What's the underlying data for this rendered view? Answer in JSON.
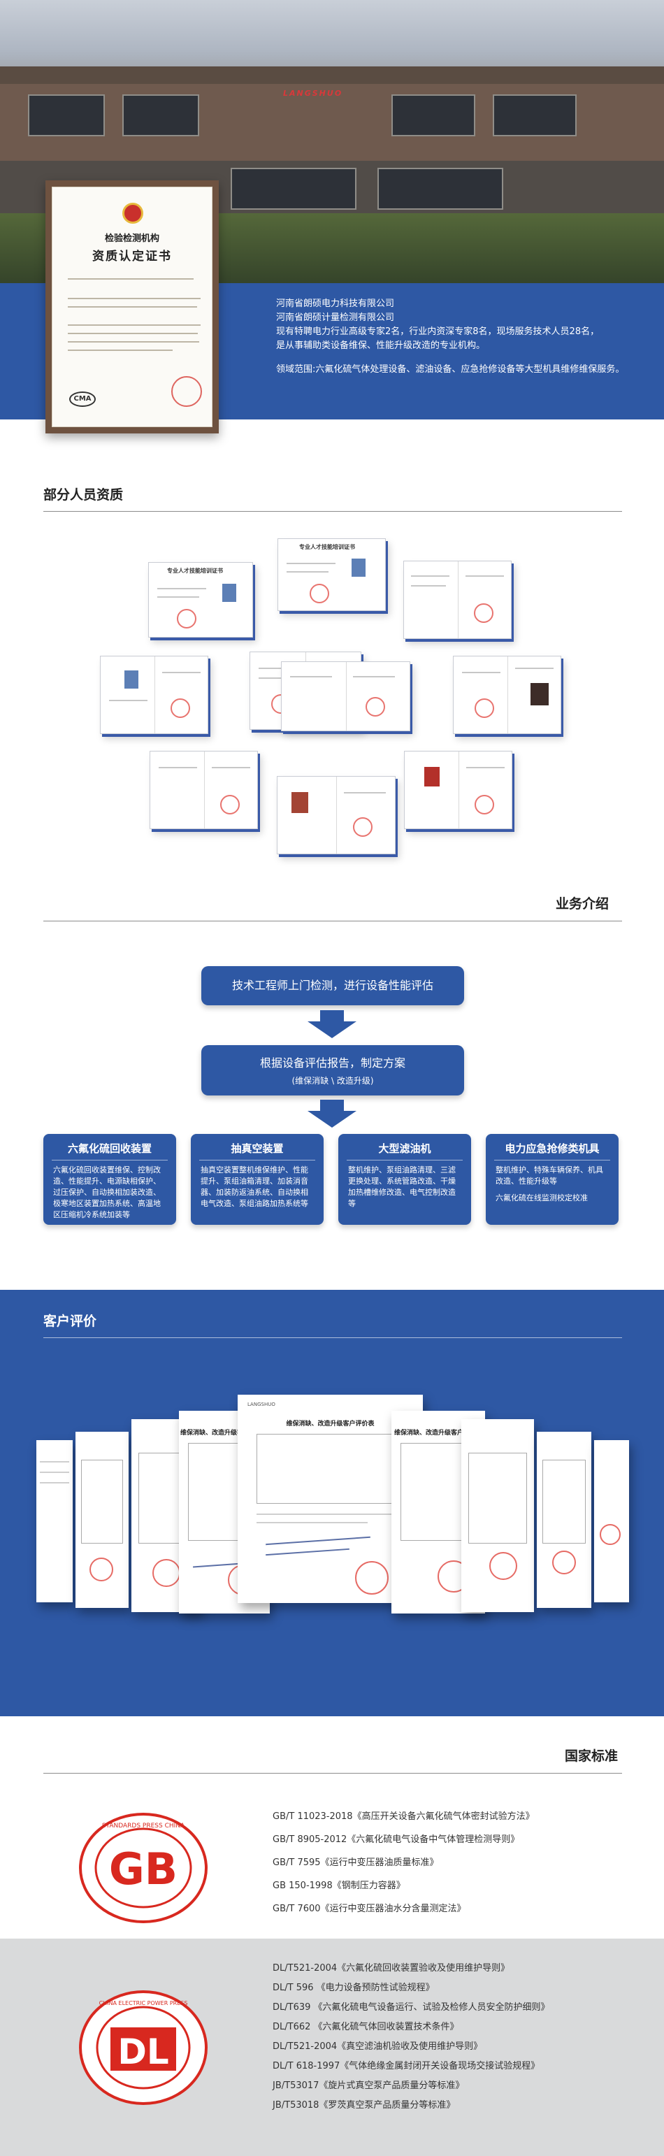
{
  "hero": {
    "building_sign": "LANGSHUO",
    "certificate": {
      "title_small": "检验检测机构",
      "title_large": "资质认定证书",
      "cma_mark": "CMA"
    },
    "company_1": "河南省朗硕电力科技有限公司",
    "company_2": "河南省朗硕计量检测有限公司",
    "staff_line_1": "现有特聘电力行业高级专家2名，行业内资深专家8名，现场服务技术人员28名，",
    "staff_line_2": "是从事辅助类设备维保、性能升级改造的专业机构。",
    "scope": "领域范围:六氟化硫气体处理设备、滤油设备、应急抢修设备等大型机具维修维保服务。"
  },
  "staff_section": {
    "title": "部分人员资质",
    "card_heading": "专业人才技能培训证书"
  },
  "business": {
    "title": "业务介绍",
    "step1": "技术工程师上门检测，进行设备性能评估",
    "step2_title": "根据设备评估报告，制定方案",
    "step2_sub": "(维保消缺 \\ 改造升级)",
    "services": [
      {
        "title": "六氟化硫回收装置",
        "desc": "六氟化硫回收装置维保、控制改造、性能提升、电源缺相保护、过压保护、自动换相加装改造、极寒地区装置加热系统、高温地区压缩机冷系统加装等"
      },
      {
        "title": "抽真空装置",
        "desc": "抽真空装置整机维保维护、性能提升、泵组油箱清理、加装消音器、加装防返油系统、自动换相电气改造、泵组油路加热系统等"
      },
      {
        "title": "大型滤油机",
        "desc": "整机维护、泵组油路清理、三滤更换处理、系统管路改造、干燥加热槽维修改造、电气控制改造等"
      },
      {
        "title": "电力应急抢修类机具",
        "desc": "整机维护、特殊车辆保养、机具改造、性能升级等",
        "desc2": "六氟化硫在线监测校定校准"
      }
    ]
  },
  "reviews": {
    "title": "客户评价",
    "doc_header": "维保消缺、改造升级客户评价表",
    "doc_brand": "LANGSHUO"
  },
  "standards": {
    "title": "国家标准",
    "gb_badge": "GB",
    "gb_ring": "STANDARDS  PRESS  CHINA",
    "gb_items": [
      "GB/T 11023-2018《高压开关设备六氟化硫气体密封试验方法》",
      "GB/T 8905-2012《六氟化硫电气设备中气体管理检测导则》",
      "GB/T 7595《运行中变压器油质量标准》",
      "GB 150-1998《钢制压力容器》",
      "GB/T 7600《运行中变压器油水分含量测定法》"
    ],
    "dl_badge": "DL",
    "dl_ring": "CHINA  ELECTRIC  POWER  PRESS",
    "dl_items": [
      "DL/T521-2004《六氟化硫回收装置验收及使用维护导则》",
      "DL/T 596 《电力设备预防性试验规程》",
      "DL/T639 《六氟化硫电气设备运行、试验及检修人员安全防护细则》",
      "DL/T662 《六氟化硫气体回收装置技术条件》",
      "DL/T521-2004《真空滤油机验收及使用维护导则》",
      "DL/T 618-1997《气体绝缘金属封闭开关设备现场交接试验规程》",
      "JB/T53017《旋片式真空泵产品质量分等标准》",
      "JB/T53018《罗茨真空泵产品质量分等标准》"
    ]
  },
  "colors": {
    "brand_blue": "#2e58a4",
    "standard_red": "#d8281f",
    "band_gray": "#d9dadb"
  }
}
